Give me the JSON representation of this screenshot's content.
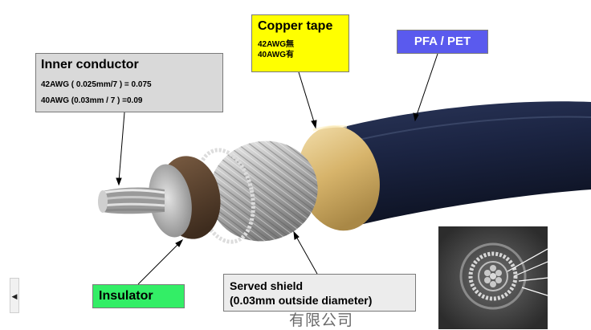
{
  "labels": {
    "inner_conductor": {
      "title": "Inner conductor",
      "line1": "42AWG ( 0.025mm/7 ) = 0.075",
      "line2": "40AWG (0.03mm / 7 ) =0.09"
    },
    "copper_tape": {
      "title": "Copper tape",
      "line1": "42AWG無",
      "line2": "40AWG有"
    },
    "jacket": {
      "title": "PFA / PET"
    },
    "insulator": {
      "title": "Insulator"
    },
    "served_shield": {
      "title": "Served shield",
      "detail": "(0.03mm outside diameter)"
    }
  },
  "watermark": "有限公司",
  "colors": {
    "inner_box": "#d9d9d9",
    "copper_box": "#ffff00",
    "jacket_box": "#5a5aee",
    "insulator_box": "#33ee66",
    "shield_box": "#ececec",
    "jacket": "#1a2440",
    "copper": "#e3c27e",
    "insulator": "#5c4330",
    "conductor": "#b4b4b4"
  },
  "icons": {
    "nav": "chevron-left-icon"
  }
}
